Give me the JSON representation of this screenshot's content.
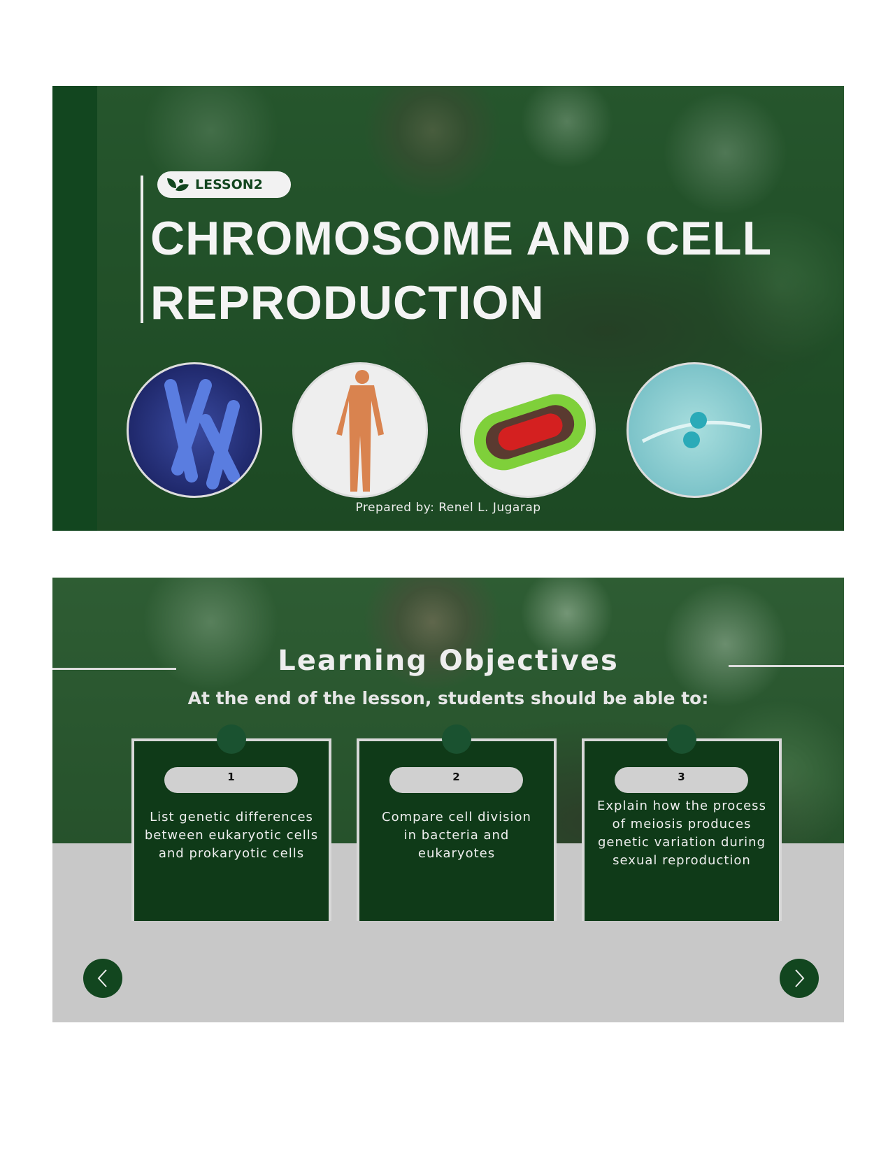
{
  "slide1": {
    "badge": "LESSON2",
    "badge_icon": "leaf-person-icon",
    "title_line1": "CHROMOSOME AND CELL",
    "title_line2": "REPRODUCTION",
    "images": [
      "chromosome-image",
      "human-body-image",
      "bacteria-cell-image",
      "dividing-cell-image"
    ],
    "prepared_by": "Prepared by: Renel L. Jugarap"
  },
  "slide2": {
    "title": "Learning Objectives",
    "subtitle": "At the end of the lesson, students should be able to:",
    "objectives": [
      {
        "number": "1",
        "text": "List genetic differences between eukaryotic cells and prokaryotic cells"
      },
      {
        "number": "2",
        "text": "Compare cell division in bacteria and eukaryotes"
      },
      {
        "number": "3",
        "text": "Explain how the process of meiosis produces genetic variation during sexual reproduction"
      }
    ],
    "prev_icon": "chevron-left-icon",
    "next_icon": "chevron-right-icon"
  },
  "colors": {
    "primary": "#12461f",
    "card": "#0f3a18",
    "gray": "#c8c8c8"
  }
}
